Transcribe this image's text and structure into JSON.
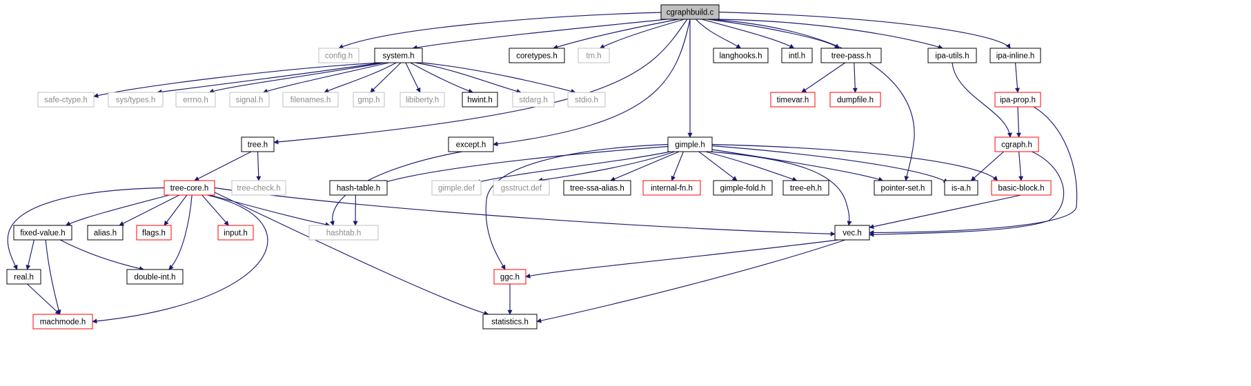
{
  "colors": {
    "edge": "#191970",
    "root_fill": "#bfbfbf",
    "red_border": "#ff0000",
    "gray_border": "#bfbfbf",
    "gray_text": "#8c8c8c"
  },
  "nodes": {
    "cgraphbuild": "cgraphbuild.c",
    "config": "config.h",
    "system": "system.h",
    "coretypes": "coretypes.h",
    "tm": "tm.h",
    "langhooks": "langhooks.h",
    "intl": "intl.h",
    "treepass": "tree-pass.h",
    "ipautils": "ipa-utils.h",
    "ipainline": "ipa-inline.h",
    "safectype": "safe-ctype.h",
    "systypes": "sys/types.h",
    "errno": "errno.h",
    "signal": "signal.h",
    "filenames": "filenames.h",
    "gmp": "gmp.h",
    "libiberty": "libiberty.h",
    "hwint": "hwint.h",
    "stdarg": "stdarg.h",
    "stdio": "stdio.h",
    "timevar": "timevar.h",
    "dumpfile": "dumpfile.h",
    "ipaprop": "ipa-prop.h",
    "tree": "tree.h",
    "except": "except.h",
    "gimple": "gimple.h",
    "cgraph": "cgraph.h",
    "treecore": "tree-core.h",
    "treecheck": "tree-check.h",
    "hashtable": "hash-table.h",
    "gimpledef": "gimple.def",
    "gsstructdef": "gsstruct.def",
    "treessaalias": "tree-ssa-alias.h",
    "internalfn": "internal-fn.h",
    "gimplefold": "gimple-fold.h",
    "treeeh": "tree-eh.h",
    "pointerset": "pointer-set.h",
    "isa": "is-a.h",
    "basicblock": "basic-block.h",
    "fixedvalue": "fixed-value.h",
    "alias": "alias.h",
    "flags": "flags.h",
    "input": "input.h",
    "hashtab": "hashtab.h",
    "vec": "vec.h",
    "real": "real.h",
    "doubleint": "double-int.h",
    "ggc": "ggc.h",
    "machmode": "machmode.h",
    "statistics": "statistics.h"
  }
}
